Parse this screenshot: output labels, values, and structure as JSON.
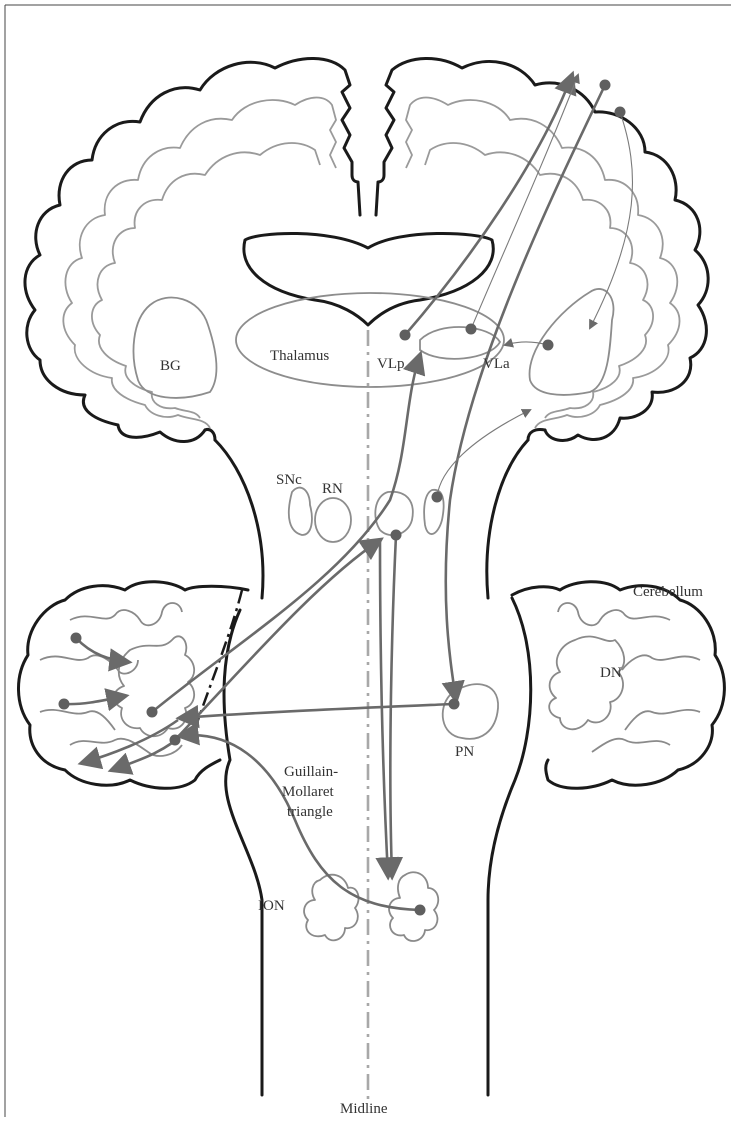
{
  "labels": {
    "bg": "BG",
    "thalamus": "Thalamus",
    "vlp": "VLp",
    "vla": "VLa",
    "snc": "SNc",
    "rn": "RN",
    "cerebellum": "Cerebellum",
    "dn": "DN",
    "pn": "PN",
    "gm_line1": "Guillain-",
    "gm_line2": "Mollaret",
    "gm_line3": "triangle",
    "ion": "ION",
    "midline": "Midline"
  },
  "colors": {
    "outline": "#1a1a1a",
    "structure": "#9a9a9a",
    "pathway": "#6a6a6a"
  }
}
